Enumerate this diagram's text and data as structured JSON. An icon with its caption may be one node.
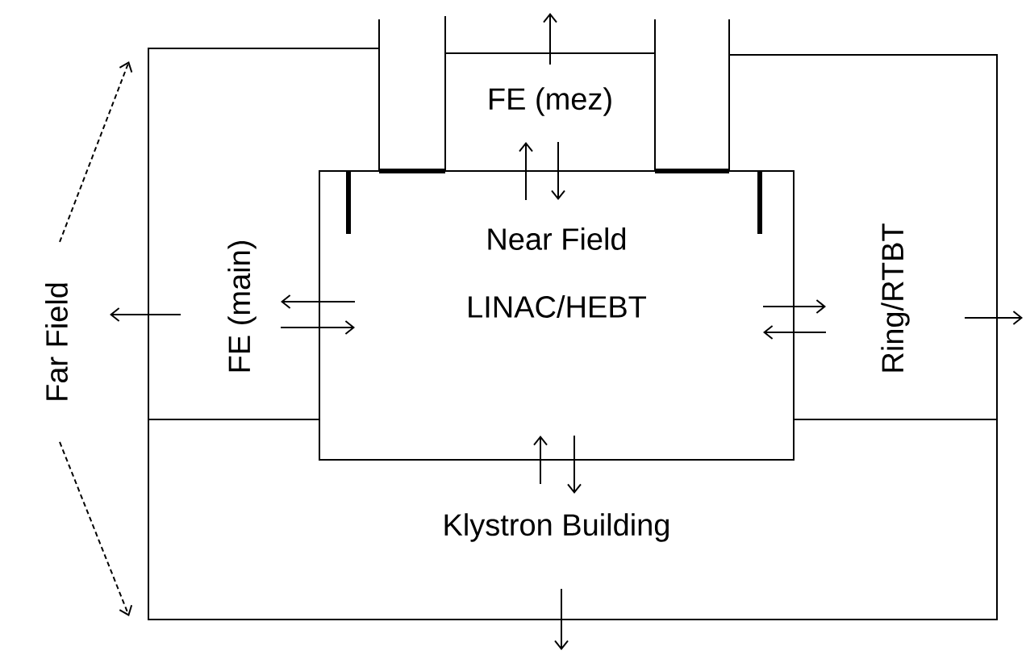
{
  "diagram": {
    "nodes": [
      {
        "text": [
          "FE (mez)"
        ]
      },
      {
        "text": [
          "Near Field",
          "LINAC/HEBT"
        ]
      },
      {
        "text": [
          "FE (main)"
        ]
      },
      {
        "text": [
          "Ring/RTBT"
        ]
      },
      {
        "text": [
          "Klystron Building"
        ]
      },
      {
        "text": [
          "Far Field"
        ]
      }
    ],
    "edges": [
      {
        "from": 0,
        "to": null,
        "arrow": "to"
      },
      {
        "from": 1,
        "to": 0,
        "arrow": "to"
      },
      {
        "from": 0,
        "to": 1,
        "arrow": "to"
      },
      {
        "from": 1,
        "to": 2,
        "arrow": "to"
      },
      {
        "from": 2,
        "to": 1,
        "arrow": "to"
      },
      {
        "from": 2,
        "to": null,
        "arrow": "to"
      },
      {
        "from": 1,
        "to": 3,
        "arrow": "to"
      },
      {
        "from": 3,
        "to": 1,
        "arrow": "to"
      },
      {
        "from": 3,
        "to": null,
        "arrow": "to"
      },
      {
        "from": 4,
        "to": 1,
        "arrow": "to"
      },
      {
        "from": 1,
        "to": 4,
        "arrow": "to"
      },
      {
        "from": 4,
        "to": null,
        "arrow": "to"
      },
      {
        "from": 5,
        "to": 2,
        "arrow": "to",
        "style": "dashed"
      },
      {
        "from": 5,
        "to": 4,
        "arrow": "to",
        "style": "dashed"
      }
    ]
  }
}
